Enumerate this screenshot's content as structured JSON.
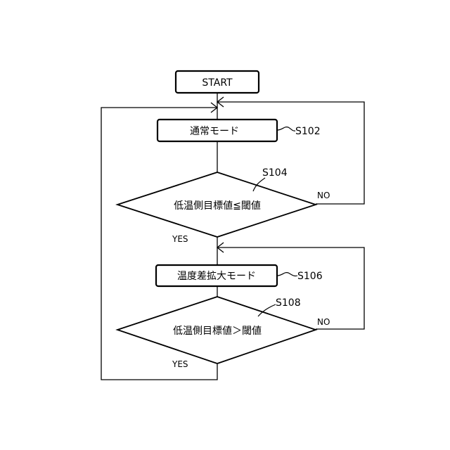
{
  "start": {
    "label": "START"
  },
  "process1": {
    "label": "通常モード",
    "step": "S102"
  },
  "decision1": {
    "label": "低温側目標値≦閾値",
    "step": "S104",
    "yes": "YES",
    "no": "NO"
  },
  "process2": {
    "label": "温度差拡大モード",
    "step": "S106"
  },
  "decision2": {
    "label": "低温側目標値＞閾値",
    "step": "S108",
    "yes": "YES",
    "no": "NO"
  }
}
